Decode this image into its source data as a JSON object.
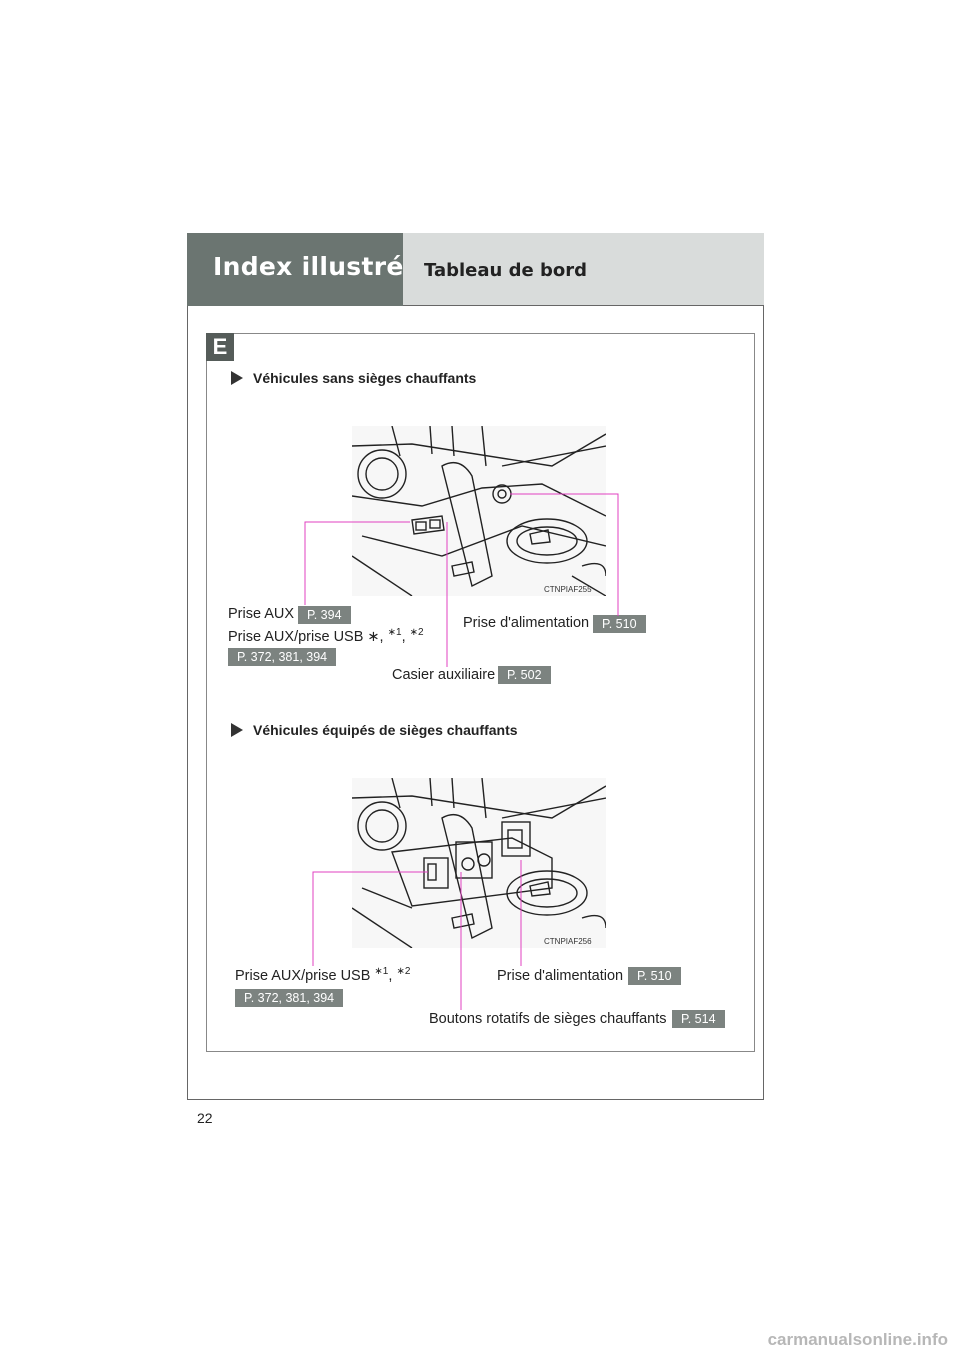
{
  "header": {
    "section_title": "Index illustré",
    "page_title": "Tableau de bord"
  },
  "section_letter": "E",
  "block1": {
    "heading": "Véhicules sans sièges chauffants",
    "image_code": "CTNPIAF255",
    "labels": {
      "aux": "Prise AUX",
      "aux_ref": "P. 394",
      "aux_usb_text": "Prise AUX/prise USB ∗, ",
      "aux_usb_mark1": "∗1",
      "aux_usb_sep": ", ",
      "aux_usb_mark2": "∗2",
      "aux_usb_ref": "P. 372, 381, 394",
      "power": "Prise d'alimentation",
      "power_ref": "P. 510",
      "storage": "Casier auxiliaire",
      "storage_ref": "P. 502"
    }
  },
  "block2": {
    "heading": "Véhicules équipés de sièges chauffants",
    "image_code": "CTNPIAF256",
    "labels": {
      "aux_usb_text": "Prise AUX/prise USB ",
      "aux_usb_mark1": "∗1",
      "aux_usb_sep": ", ",
      "aux_usb_mark2": "∗2",
      "aux_usb_ref": "P. 372, 381, 394",
      "power": "Prise d'alimentation",
      "power_ref": "P. 510",
      "seat_heat": "Boutons rotatifs de sièges chauffants",
      "seat_heat_ref": "P. 514"
    }
  },
  "page_number": "22",
  "watermark": "carmanualsonline.info",
  "colors": {
    "header_dark": "#6b7571",
    "header_light": "#d9dcdb",
    "ref_badge": "#7c8380",
    "callout_line": "#e040c0"
  }
}
